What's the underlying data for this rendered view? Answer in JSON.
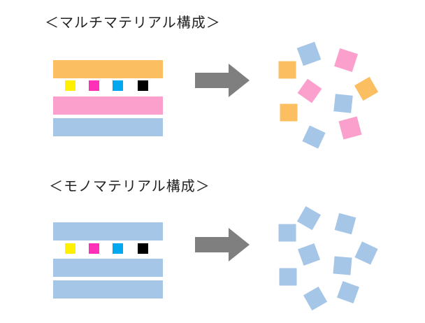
{
  "sections": [
    {
      "heading": "＜マルチマテリアル構成＞",
      "layers": [
        "#fbbf62",
        "ink",
        "#fba0cc",
        "#a6c6e8"
      ],
      "fragments": [
        "#a6c6e8",
        "#fba0cc",
        "#fbbf62",
        "#fba0cc",
        "#fbbf62",
        "#a6c6e8",
        "#fbbf62",
        "#a6c6e8",
        "#fba0cc"
      ]
    },
    {
      "heading": "＜モノマテリアル構成＞",
      "layers": [
        "#a6c6e8",
        "ink",
        "#a6c6e8",
        "#a6c6e8"
      ],
      "fragments": [
        "#a6c6e8",
        "#a6c6e8",
        "#a6c6e8",
        "#a6c6e8",
        "#a6c6e8",
        "#a6c6e8",
        "#a6c6e8",
        "#a6c6e8",
        "#a6c6e8",
        "#a6c6e8"
      ]
    }
  ],
  "ink_colors": [
    "#ffef00",
    "#ff2fb8",
    "#00a8f0",
    "#000000"
  ],
  "arrow_color": "#7f7f7f"
}
